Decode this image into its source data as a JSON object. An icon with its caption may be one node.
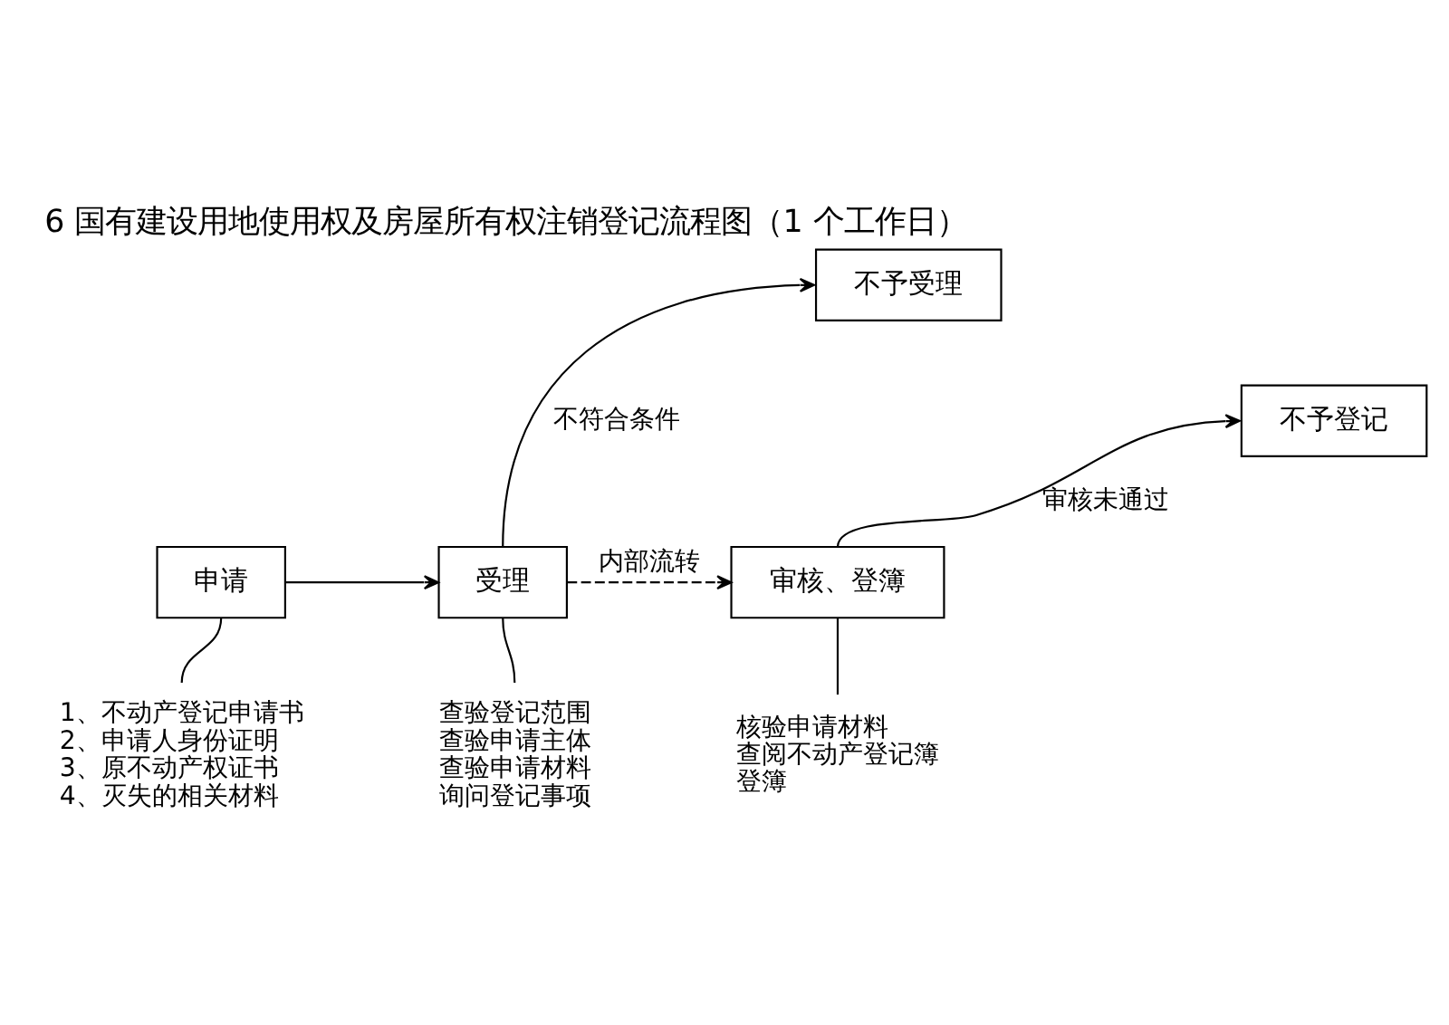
{
  "diagram": {
    "title": "6 国有建设用地使用权及房屋所有权注销登记流程图（1 个工作日）",
    "nodes": [
      {
        "text": [
          "申请"
        ]
      },
      {
        "text": [
          "受理"
        ]
      },
      {
        "text": [
          "审核、登簿"
        ]
      },
      {
        "text": [
          "不予受理"
        ]
      },
      {
        "text": [
          "不予登记"
        ]
      },
      {
        "text": [
          "1、不动产登记申请书",
          "2、申请人身份证明",
          "3、原不动产权证书",
          "4、灭失的相关材料"
        ]
      },
      {
        "text": [
          "查验登记范围",
          "查验申请主体",
          "查验申请材料",
          "询问登记事项"
        ]
      },
      {
        "text": [
          "核验申请材料",
          "查阅不动产登记簿",
          "登簿"
        ]
      }
    ],
    "edges": [
      {
        "from": 0,
        "to": 1,
        "arrow": "to"
      },
      {
        "from": 1,
        "to": 2,
        "arrow": "to",
        "label": "内部流转",
        "style": "dashed"
      },
      {
        "from": 1,
        "to": 3,
        "arrow": "to",
        "label": "不符合条件"
      },
      {
        "from": 2,
        "to": 4,
        "arrow": "to",
        "label": "审核未通过"
      },
      {
        "from": 0,
        "to": 5,
        "arrow": "none"
      },
      {
        "from": 1,
        "to": 6,
        "arrow": "none"
      },
      {
        "from": 2,
        "to": 7,
        "arrow": "none"
      }
    ]
  }
}
